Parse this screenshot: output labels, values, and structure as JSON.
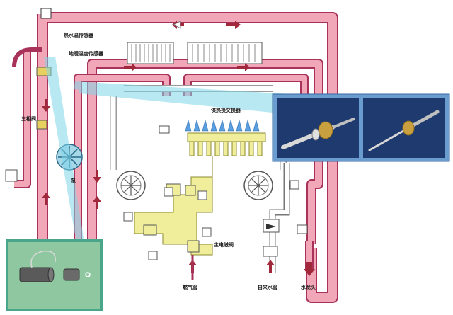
{
  "labels": {
    "hot_water_sensor": "热水温传感器",
    "heating_temp_sensor": "地暖温度传感器",
    "three_way_valve": "三相阀",
    "pump": "泵",
    "heat_exchanger": "供热换交换器",
    "main_solenoid_valve": "主电磁阀",
    "gas_inlet": "燃气管",
    "tap_water_inlet": "自来水管",
    "faucet": "水龙头"
  },
  "colors": {
    "hot_pipe": "#f2a7b8",
    "hot_pipe_edge": "#a8325a",
    "gas_pipe": "#f0ee9a",
    "cold_pipe": "#ffffff",
    "flow_arrow": "#a0283a",
    "sensor_beam": "#7fd6e8",
    "callout_frame": "#6a9cd0",
    "callout_bg": "#1e3a6e",
    "inset_frame": "#4aa68a",
    "inset_bg": "#8fc8a0"
  }
}
